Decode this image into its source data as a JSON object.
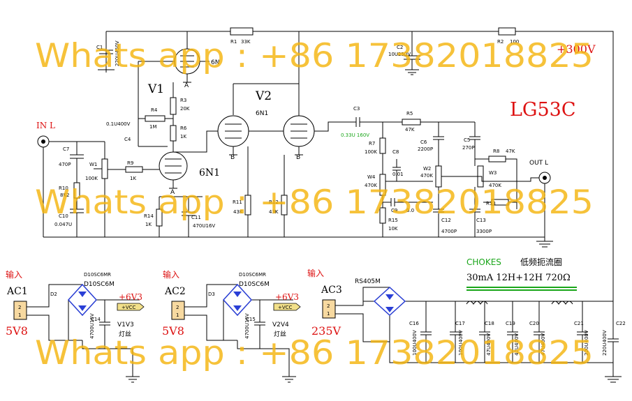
{
  "watermark": "Whats app : +86 17382018825",
  "title": "LG53C",
  "supply_label": "+300V",
  "tubes": {
    "v1": "V1",
    "v2": "V2",
    "type": "6N1",
    "type_partial": "6N",
    "grid_a": "A",
    "grid_b": "B"
  },
  "io": {
    "in": "IN L",
    "out": "OUT L"
  },
  "components": {
    "c1": "C1",
    "c1_val": "220U450V",
    "r1": "R1",
    "r1_val": "33K",
    "c2": "C2",
    "c2_val": "10U250V",
    "r2": "R2",
    "r2_val": "100",
    "r3": "R3",
    "r3_val": "20K",
    "r4": "R4",
    "r4_val": "1M",
    "r6": "R6",
    "r6_val": "1K",
    "c4": "C4",
    "c4_val": "0.1U400V",
    "c7": "C7",
    "c7_val": "470P",
    "w1": "W1",
    "w1_val": "100K",
    "r9": "R9",
    "r9_val": "1K",
    "r10": "R10",
    "r10_val": "8K2",
    "c10": "C10",
    "c10_val": "0.047U",
    "r14": "R14",
    "r14_val": "1K",
    "c11": "C11",
    "c11_val": "470U16V",
    "r11": "R11",
    "r11_val": "43K",
    "r12": "R12",
    "r12_val": "43K",
    "c3": "C3",
    "c3_val": "0.33U 160V",
    "r5": "R5",
    "r5_val": "47K",
    "r7": "R7",
    "r7_val": "100K",
    "c8": "C8",
    "c8_val": "0.01",
    "c6": "C6",
    "c6_val": "2200P",
    "c5": "C5",
    "c5_val": "270P",
    "r8": "R8",
    "r8_val": "47K",
    "w2": "W2",
    "w2_val": "470K",
    "w3": "W3",
    "w3_val": "470K",
    "w4": "W4",
    "w4_val": "470K",
    "r13": "R13",
    "c9": "C9",
    "c9_val": "0.0",
    "r15": "R15",
    "r15_val": "10K",
    "c12": "C12",
    "c12_val": "4700P",
    "c13": "C13",
    "c13_val": "3300P"
  },
  "power": {
    "input": "输入",
    "ac1": "AC1",
    "ac2": "AC2",
    "ac3": "AC3",
    "v1_in": "5V8",
    "v2_in": "5V8",
    "v3_in": "235V",
    "pin2": "2",
    "pin1": "1",
    "d2": "D2",
    "d3": "D3",
    "bridge_a": "D10SC6MR",
    "bridge_b": "D10SC6M",
    "rs": "RS405M",
    "c14": "C14",
    "c14_val": "4700U16V",
    "c15": "C15",
    "c15_val": "4700U16V",
    "plus6v3": "+6V3",
    "vcc": "+VCC",
    "heater1": "V1V3",
    "heater2": "V2V4",
    "heater_cn": "灯丝",
    "chokes": "CHOKES",
    "chokes_cn": "低频扼流圈",
    "choke_spec": "30mA 12H+12H 720Ω",
    "c16": "C16",
    "c16_val": "100U400V",
    "c17": "C17",
    "c17_val": "100U400V",
    "c18": "C18",
    "c18_val": "47U400V",
    "c19": "C19",
    "c19_val": "47U400V",
    "c20": "C20",
    "c20_val": "47U400V",
    "c21": "C21",
    "c21_val": "220U400V",
    "c22": "C22",
    "c22_val": "220U400V"
  },
  "colors": {
    "watermark": "#f5b50f",
    "red_text": "#dd1111",
    "choke_green": "#1aa61a",
    "connector": "#f7d9a0"
  }
}
